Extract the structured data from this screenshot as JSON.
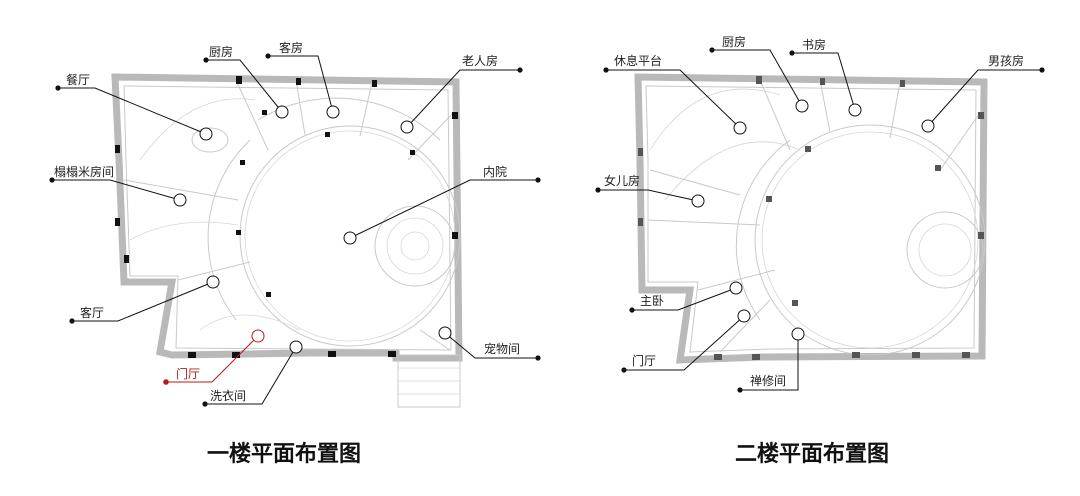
{
  "plans": [
    {
      "caption": "一楼平面布置图",
      "labels": {
        "kitchen": "厨房",
        "guest_room": "客房",
        "elder_room": "老人房",
        "dining": "餐厅",
        "tatami": "榻榻米房间",
        "courtyard": "内院",
        "living": "客厅",
        "pet_room": "宠物间",
        "foyer": "门厅",
        "laundry": "洗衣间"
      },
      "highlight_color": "#b01e1e"
    },
    {
      "caption": "二楼平面布置图",
      "labels": {
        "lounge": "休息平台",
        "kitchen": "厨房",
        "study": "书房",
        "boy_room": "男孩房",
        "girl_room": "女儿房",
        "master": "主卧",
        "foyer": "门厅",
        "zen_room": "禅修间"
      }
    }
  ]
}
